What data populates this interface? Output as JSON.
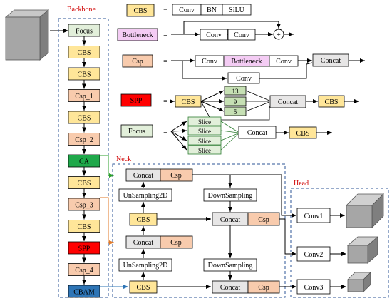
{
  "sections": {
    "backbone": "Backbone",
    "neck": "Neck",
    "head": "Head"
  },
  "backbone": {
    "blocks": [
      "Focus",
      "CBS",
      "CBS",
      "Csp_1",
      "CBS",
      "Csp_2",
      "CA",
      "CBS",
      "Csp_3",
      "CBS",
      "SPP",
      "Csp_4",
      "CBAM"
    ]
  },
  "legend": {
    "equals": "=",
    "plus": "+",
    "cbs": {
      "name": "CBS",
      "parts": [
        "Conv",
        "BN",
        "SiLU"
      ]
    },
    "bottleneck": {
      "name": "Bottleneck",
      "parts": [
        "Conv",
        "Conv"
      ]
    },
    "csp": {
      "name": "Csp",
      "top": [
        "Conv",
        "Bottleneck",
        "Conv"
      ],
      "bottom": "Conv",
      "out": "Concat"
    },
    "spp": {
      "name": "SPP",
      "input": "CBS",
      "pools": [
        "13",
        "9",
        "5"
      ],
      "concat": "Concat",
      "out": "CBS"
    },
    "focus": {
      "name": "Focus",
      "slices": [
        "Slice",
        "Slice",
        "Slice",
        "Slice"
      ],
      "concat": "Concat",
      "out": "CBS"
    }
  },
  "neck": {
    "concat": "Concat",
    "csp": "Csp",
    "cbs": "CBS",
    "upsampling": "UnSampling2D",
    "downsampling": "DownSampling"
  },
  "head": {
    "convs": [
      "Conv1",
      "Conv2",
      "Conv3"
    ]
  },
  "colors": {
    "focus": "#e2efda",
    "cbs": "#ffe699",
    "csp": "#f8cbad",
    "ca": "#1fa84a",
    "spp": "#ff0000",
    "cbam": "#2e75b6",
    "bottleneck": "#f4ccf4",
    "pool": "#c6e0b4",
    "concat": "#e7e6e6",
    "dashed": "#2e5597",
    "section": "#d00000",
    "orange_line": "#e07a2a",
    "green_line": "#2ca02c",
    "blue_line": "#2e75b6"
  }
}
